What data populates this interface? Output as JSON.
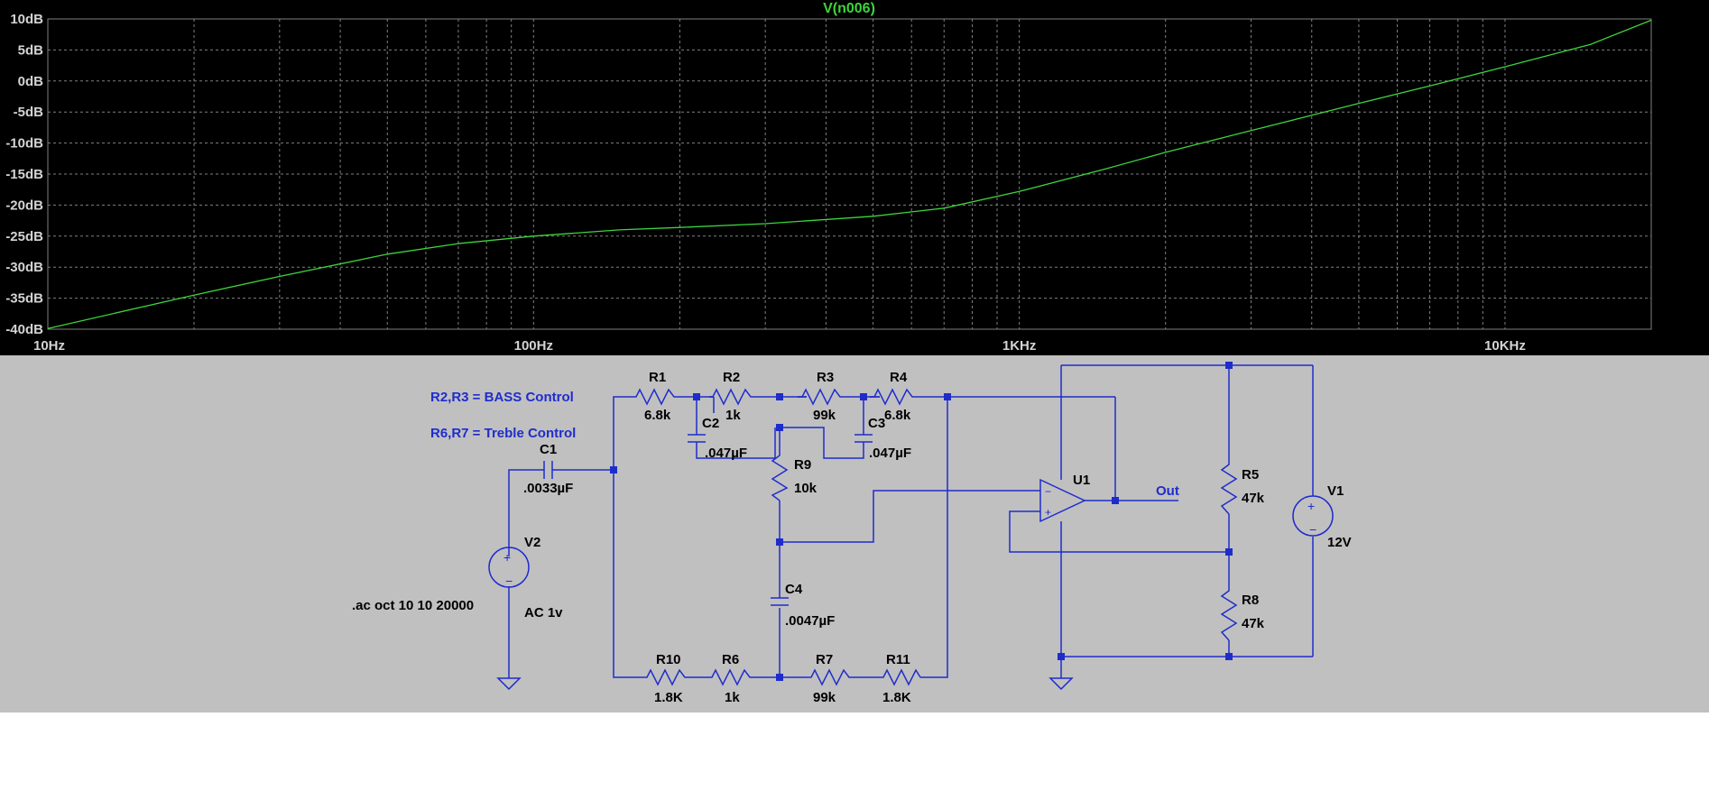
{
  "colors": {
    "plot_background": "#000000",
    "grid": "#808080",
    "trace": "#3cd43c",
    "axis_text": "#d4d4d4",
    "schematic_background": "#c0c0c0",
    "wire": "#1f2ccc",
    "annotation_text": "#1f2ccc",
    "part_text": "#000000"
  },
  "chart_data": {
    "type": "line",
    "title": "V(n006)",
    "xscale": "log",
    "xlim": [
      10,
      20000
    ],
    "ylim": [
      -40,
      10
    ],
    "grid": true,
    "x_ticks": [
      "10Hz",
      "100Hz",
      "1KHz",
      "10KHz"
    ],
    "y_ticks": [
      "10dB",
      "5dB",
      "0dB",
      "-5dB",
      "-10dB",
      "-15dB",
      "-20dB",
      "-25dB",
      "-30dB",
      "-35dB",
      "-40dB"
    ],
    "series": [
      {
        "name": "V(n006)",
        "x": [
          10,
          20,
          30,
          50,
          70,
          100,
          150,
          200,
          300,
          500,
          700,
          1000,
          1500,
          2000,
          3000,
          5000,
          7000,
          10000,
          15000,
          20000
        ],
        "y": [
          -39.9,
          -34.5,
          -31.5,
          -27.9,
          -26.2,
          -25.0,
          -24.0,
          -23.6,
          -23.0,
          -21.8,
          -20.5,
          -17.8,
          -14.2,
          -11.5,
          -8.0,
          -3.6,
          -0.8,
          2.3,
          5.9,
          9.8
        ]
      }
    ]
  },
  "schematic": {
    "annotations": {
      "bass": "R2,R3 = BASS Control",
      "treble": "R6,R7 = Treble Control",
      "ac_directive": ".ac oct 10 10 20000",
      "net_out": "Out"
    },
    "components": [
      {
        "ref": "R1",
        "value": "6.8k"
      },
      {
        "ref": "R2",
        "value": "1k"
      },
      {
        "ref": "R3",
        "value": "99k"
      },
      {
        "ref": "R4",
        "value": "6.8k"
      },
      {
        "ref": "C1",
        "value": ".0033µF"
      },
      {
        "ref": "C2",
        "value": ".047µF"
      },
      {
        "ref": "C3",
        "value": ".047µF"
      },
      {
        "ref": "R9",
        "value": "10k"
      },
      {
        "ref": "C4",
        "value": ".0047µF"
      },
      {
        "ref": "R10",
        "value": "1.8K"
      },
      {
        "ref": "R6",
        "value": "1k"
      },
      {
        "ref": "R7",
        "value": "99k"
      },
      {
        "ref": "R11",
        "value": "1.8K"
      },
      {
        "ref": "V2",
        "value": "AC 1v"
      },
      {
        "ref": "U1",
        "value": ""
      },
      {
        "ref": "R5",
        "value": "47k"
      },
      {
        "ref": "R8",
        "value": "47k"
      },
      {
        "ref": "V1",
        "value": "12V"
      }
    ]
  }
}
